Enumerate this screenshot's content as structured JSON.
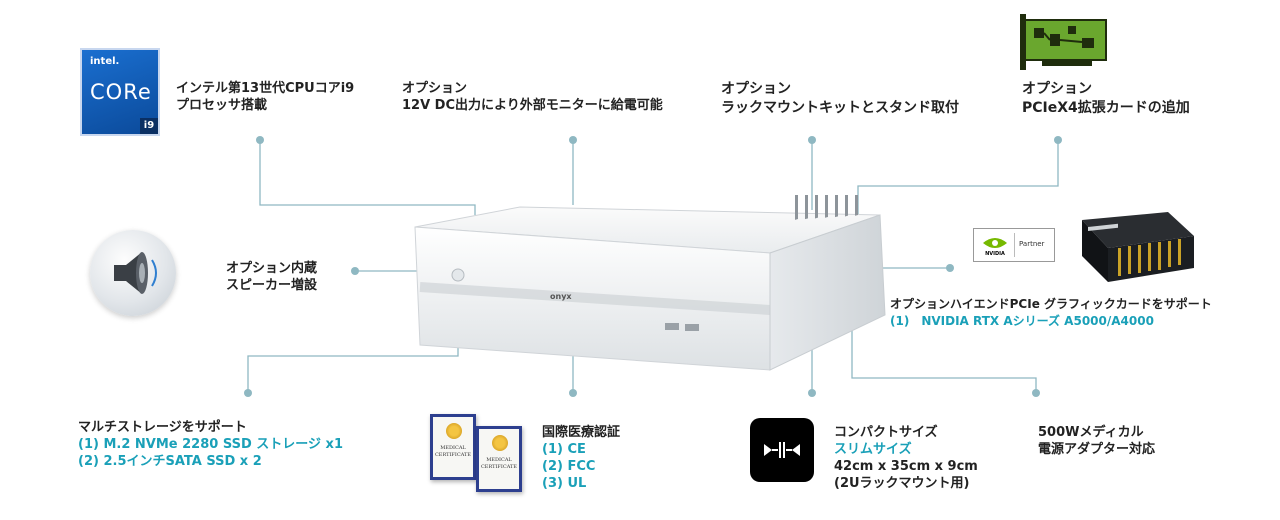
{
  "intel_badge": {
    "brand": "intel.",
    "core": "CORe",
    "gen": "i9"
  },
  "labels": {
    "cpu": [
      "インテル第13世代CPUコアi9",
      "プロセッサ搭載"
    ],
    "dc": [
      "オプション",
      "12V DC出力により外部モニターに給電可能"
    ],
    "rack": [
      "オプション",
      "ラックマウントキットとスタンド取付"
    ],
    "pcie": [
      "オプション",
      "PCIeX4拡張カードの追加"
    ],
    "speaker": [
      "オプション内蔵",
      "スピーカー増設"
    ],
    "gpu_main": "オプションハイエンドPCIe グラフィックカードをサポート",
    "gpu_hl": "(1)　NVIDIA RTX Aシリーズ A5000/A4000",
    "storage_main": "マルチストレージをサポート",
    "storage_hl": [
      "(1) M.2 NVMe 2280 SSD ストレージ x1",
      "(2) 2.5インチSATA SSD x 2"
    ],
    "cert_main": "国際医療認証",
    "cert_hl": [
      "(1) CE",
      "(2) FCC",
      "(3) UL"
    ],
    "compact_main": "コンパクトサイズ",
    "compact_hl": [
      "スリムサイズ",
      "42cm x 35cm x 9cm",
      "(2Uラックマウント用)"
    ],
    "power": [
      "500Wメディカル",
      "電源アダプター対応"
    ]
  },
  "nvidia_box": {
    "partner": "Partner",
    "brand": "NVIDIA"
  },
  "certificate_text": [
    "MEDICAL",
    "CERTIFICATE"
  ],
  "unit_brand": "onyx",
  "colors": {
    "highlight": "#1aa0b8",
    "connector": "#8fb8c2",
    "intel_blue": "#0b4a9a",
    "nvidia_green": "#76b900"
  }
}
